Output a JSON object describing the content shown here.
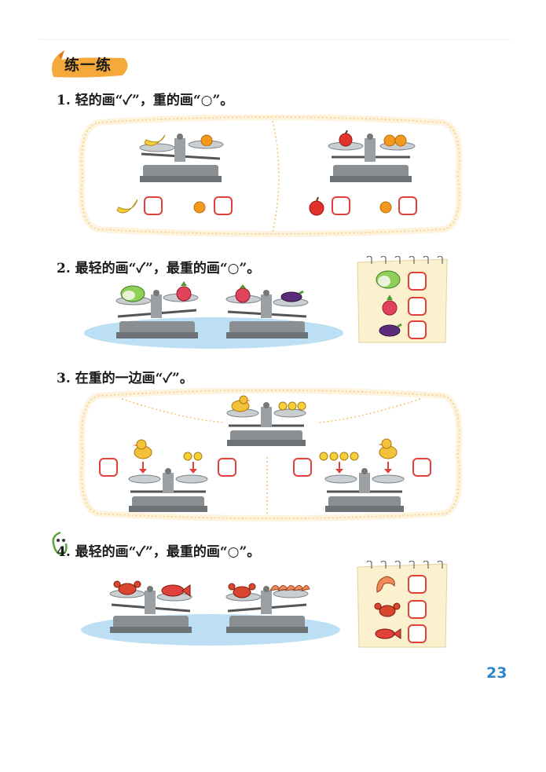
{
  "header": {
    "title": "练一练"
  },
  "questions": [
    {
      "number": "1.",
      "text": "轻的画“✓”，重的画“○”。"
    },
    {
      "number": "2.",
      "text": "最轻的画“✓”，最重的画“○”。"
    },
    {
      "number": "3.",
      "text": "在重的一边画“✓”。"
    },
    {
      "number": "4.",
      "text": "最轻的画“✓”，最重的画“○”。"
    }
  ],
  "page_number": "23",
  "colors": {
    "answer_box": "#e0413a",
    "page_number": "#2f86c9",
    "dotted_frame": "#f2c46a",
    "water": "#bcdff4",
    "note_paper": "#fbf1cf",
    "header_pill": "#f4a93a"
  },
  "icons": [
    "banana-icon",
    "orange-icon",
    "apple-icon",
    "cabbage-icon",
    "radish-icon",
    "eggplant-icon",
    "duck-icon",
    "duckling-icon",
    "crab-icon",
    "fish-icon",
    "shrimp-icon",
    "balance-scale-icon",
    "down-arrow-icon",
    "cartoon-mascot-icon"
  ]
}
